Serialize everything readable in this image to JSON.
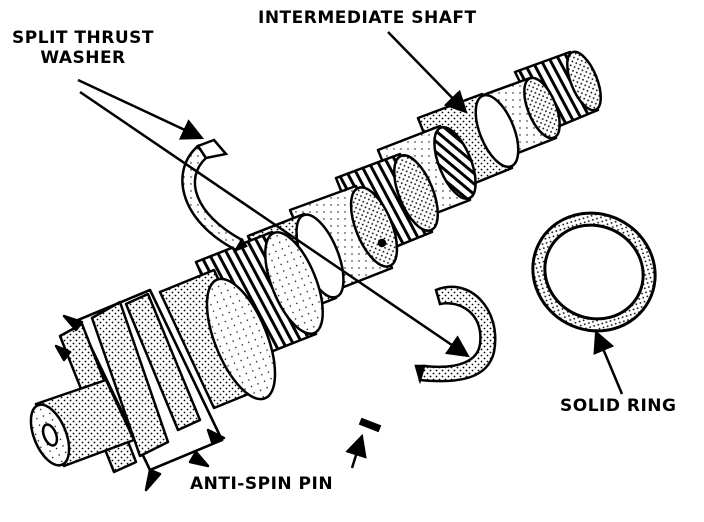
{
  "diagram": {
    "labels": {
      "intermediate_shaft": "INTERMEDIATE SHAFT",
      "split_thrust_washer_line1": "SPLIT THRUST",
      "split_thrust_washer_line2": "WASHER",
      "solid_ring": "SOLID RING",
      "anti_spin_pin": "ANTI-SPIN PIN"
    },
    "colors": {
      "ink": "#000000",
      "paper": "#ffffff"
    }
  }
}
